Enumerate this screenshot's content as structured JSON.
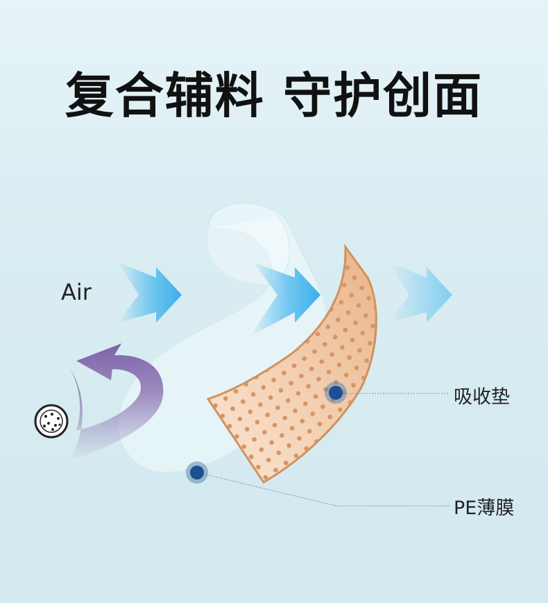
{
  "title": "复合辅料 守护创面",
  "labels": {
    "air": "Air",
    "absorbent_pad": "吸收垫",
    "pe_film": "PE薄膜"
  },
  "colors": {
    "background": "#dbeef3",
    "arrow_blue": "#4ab8ee",
    "pad_fill": "#f1c7a3",
    "pad_dots": "#d59566",
    "purple_arrow": "#8a6fb0",
    "marker": "#1d4f8f"
  },
  "icons": [
    "air-arrow-icon",
    "bacteria-icon",
    "return-arrow-icon",
    "marker-dot-icon"
  ]
}
